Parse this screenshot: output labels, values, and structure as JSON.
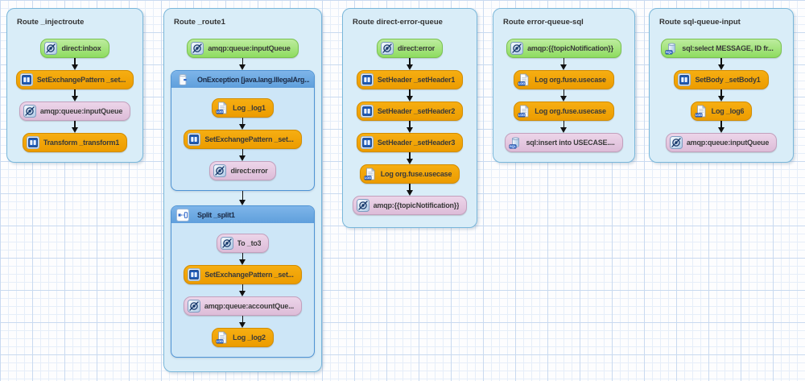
{
  "canvas": {
    "grid_minor_color": "#e6eef9",
    "grid_major_color": "#c9daf0",
    "route_fill": "#d9edf8",
    "route_border": "#79b7da",
    "container_header_color": "#5f9fdc",
    "node_colors": {
      "from_endpoint": "#8edc60",
      "processor": "#ec9c00",
      "to_endpoint": "#ddbcd8"
    }
  },
  "icons": {
    "endpoint": "endpoint-icon (crossed circle)",
    "processor": "processor-icon (blue square with two panels)",
    "log": "log-icon (document with LOG badge)",
    "sql": "sql-icon (database cylinder with SQL badge)",
    "onexception": "onexception-icon (barrel node)",
    "split": "split-icon (linked boxes)"
  },
  "routes": [
    {
      "title": "Route _injectroute",
      "nodes": [
        {
          "label": "direct:inbox"
        },
        {
          "label": "SetExchangePattern _set..."
        },
        {
          "label": "amqp:queue:inputQueue"
        },
        {
          "label": "Transform _transform1"
        }
      ]
    },
    {
      "title": "Route _route1",
      "source": {
        "label": "amqp:queue:inputQueue"
      },
      "onexception": {
        "title": "OnException [java.lang.IllegalArg...",
        "nodes": [
          {
            "label": "Log _log1"
          },
          {
            "label": "SetExchangePattern _set..."
          },
          {
            "label": "direct:error"
          }
        ]
      },
      "split": {
        "title": "Split _split1",
        "nodes": [
          {
            "label": "To _to3"
          },
          {
            "label": "SetExchangePattern _set..."
          },
          {
            "label": "amqp:queue:accountQue..."
          },
          {
            "label": "Log _log2"
          }
        ]
      }
    },
    {
      "title": "Route direct-error-queue",
      "nodes": [
        {
          "label": "direct:error"
        },
        {
          "label": "SetHeader _setHeader1"
        },
        {
          "label": "SetHeader _setHeader2"
        },
        {
          "label": "SetHeader _setHeader3"
        },
        {
          "label": "Log org.fuse.usecase"
        },
        {
          "label": "amqp:{{topicNotification}}"
        }
      ]
    },
    {
      "title": "Route error-queue-sql",
      "nodes": [
        {
          "label": "amqp:{{topicNotification}}"
        },
        {
          "label": "Log org.fuse.usecase"
        },
        {
          "label": "Log org.fuse.usecase"
        },
        {
          "label": "sql:insert into USECASE...."
        }
      ]
    },
    {
      "title": "Route sql-queue-input",
      "nodes": [
        {
          "label": "sql:select MESSAGE, ID fr..."
        },
        {
          "label": "SetBody _setBody1"
        },
        {
          "label": "Log _log6"
        },
        {
          "label": "amqp:queue:inputQueue"
        }
      ]
    }
  ]
}
